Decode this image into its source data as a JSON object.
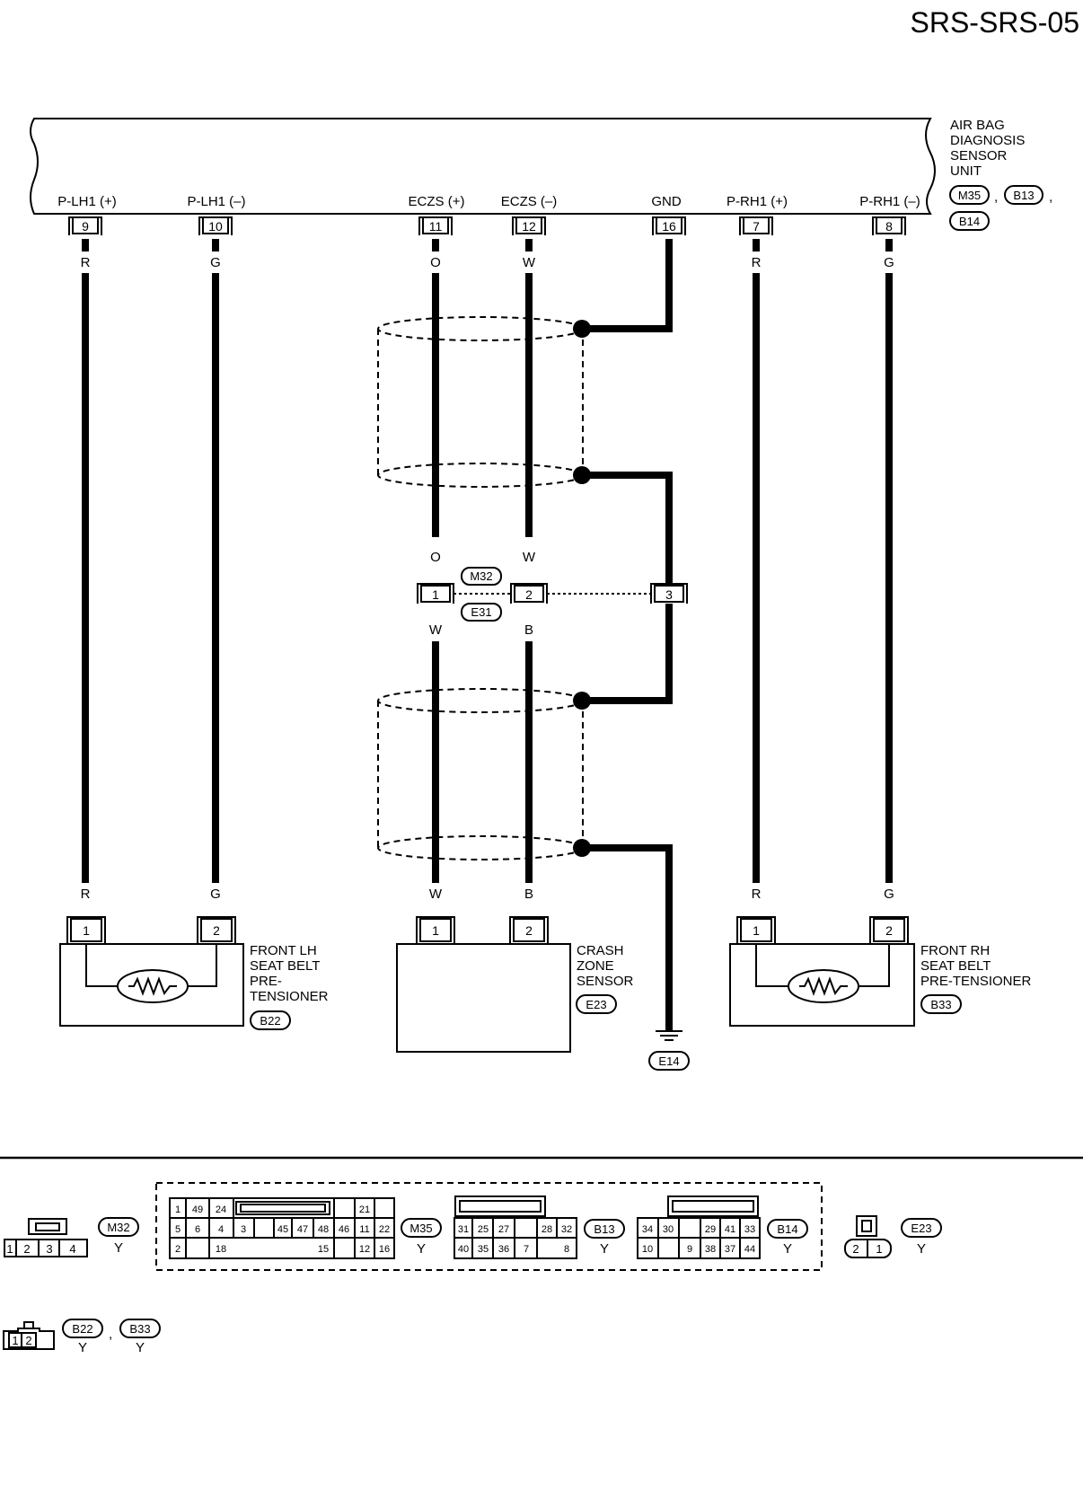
{
  "title": "SRS-SRS-05",
  "unit": {
    "lines": [
      "AIR BAG",
      "DIAGNOSIS",
      "SENSOR",
      "UNIT"
    ],
    "connectors": [
      "M35",
      "B13",
      "B14"
    ],
    "terminals": [
      {
        "label": "P-LH1 (+)",
        "pin": "9",
        "color": "R"
      },
      {
        "label": "P-LH1 (–)",
        "pin": "10",
        "color": "G"
      },
      {
        "label": "ECZS (+)",
        "pin": "11",
        "color": "O"
      },
      {
        "label": "ECZS (–)",
        "pin": "12",
        "color": "W"
      },
      {
        "label": "GND",
        "pin": "16",
        "color": ""
      },
      {
        "label": "P-RH1 (+)",
        "pin": "7",
        "color": "R"
      },
      {
        "label": "P-RH1 (–)",
        "pin": "8",
        "color": "G"
      }
    ]
  },
  "joint": {
    "top_colors": [
      "O",
      "W"
    ],
    "bottom_colors": [
      "W",
      "B"
    ],
    "pins": [
      "1",
      "2",
      "3"
    ],
    "connectors": [
      "M32",
      "E31"
    ]
  },
  "components": {
    "lh": {
      "lines": [
        "FRONT LH",
        "SEAT BELT",
        "PRE-",
        "TENSIONER"
      ],
      "connector": "B22",
      "pins": [
        "1",
        "2"
      ],
      "colors": [
        "R",
        "G"
      ]
    },
    "crash": {
      "lines": [
        "CRASH",
        "ZONE",
        "SENSOR"
      ],
      "connector": "E23",
      "pins": [
        "1",
        "2"
      ],
      "colors": [
        "W",
        "B"
      ]
    },
    "rh": {
      "lines": [
        "FRONT RH",
        "SEAT BELT",
        "PRE-TENSIONER"
      ],
      "connector": "B33",
      "pins": [
        "1",
        "2"
      ],
      "colors": [
        "R",
        "G"
      ]
    }
  },
  "ground": "E14",
  "face_views": {
    "m32": {
      "id": "M32",
      "color": "Y",
      "pins": [
        "1",
        "2",
        "3",
        "4"
      ]
    },
    "m35": {
      "id": "M35",
      "color": "Y",
      "row1": [
        "1",
        "49",
        "24",
        "21"
      ],
      "row2": [
        "5",
        "6",
        "4",
        "3",
        "45",
        "47",
        "48",
        "46",
        "11",
        "22"
      ],
      "row3": [
        "2",
        "18",
        "15",
        "12",
        "16"
      ]
    },
    "b13": {
      "id": "B13",
      "color": "Y",
      "row2": [
        "31",
        "25",
        "27",
        "28",
        "32"
      ],
      "row3": [
        "40",
        "35",
        "36",
        "7",
        "8"
      ]
    },
    "b14": {
      "id": "B14",
      "color": "Y",
      "row2": [
        "34",
        "30",
        "29",
        "41",
        "33"
      ],
      "row3": [
        "10",
        "9",
        "38",
        "37",
        "44"
      ]
    },
    "e23": {
      "id": "E23",
      "color": "Y",
      "pins": [
        "2",
        "1"
      ]
    },
    "b22b33": {
      "ids": [
        "B22",
        "B33"
      ],
      "colors": [
        "Y",
        "Y"
      ],
      "pins": [
        "1",
        "2"
      ],
      "separator": ","
    }
  },
  "separator": ","
}
